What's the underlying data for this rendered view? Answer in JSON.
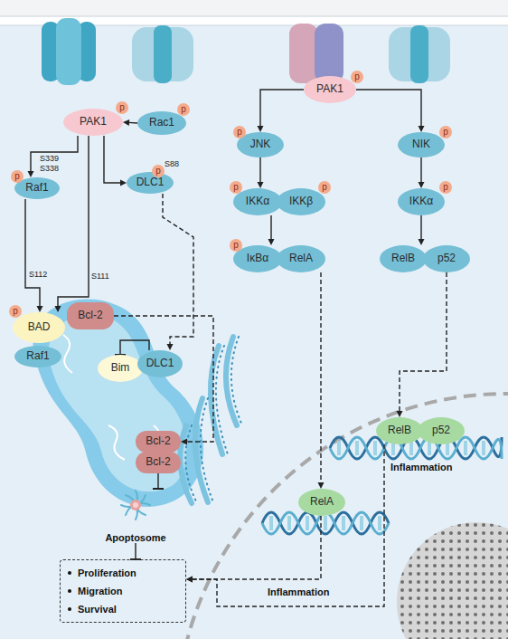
{
  "diagram": {
    "nodes": [
      {
        "text": [
          "PAK1"
        ]
      },
      {
        "text": [
          "Rac1"
        ]
      },
      {
        "text": [
          "Raf1"
        ]
      },
      {
        "text": [
          "DLC1"
        ]
      },
      {
        "text": [
          "BAD"
        ]
      },
      {
        "text": [
          "Bcl-2"
        ]
      },
      {
        "text": [
          "Raf1"
        ]
      },
      {
        "text": [
          "Bim"
        ]
      },
      {
        "text": [
          "DLC1"
        ]
      },
      {
        "text": [
          "Bcl-2"
        ]
      },
      {
        "text": [
          "Bcl-2"
        ]
      },
      {
        "text": [
          "Apoptosome"
        ]
      },
      {
        "text": [
          "Proliferation",
          "Migration",
          "Survival"
        ]
      },
      {
        "text": [
          "PAK1"
        ]
      },
      {
        "text": [
          "JNK"
        ]
      },
      {
        "text": [
          "NIK"
        ]
      },
      {
        "text": [
          "IKKα"
        ]
      },
      {
        "text": [
          "IKKβ"
        ]
      },
      {
        "text": [
          "IKKα"
        ]
      },
      {
        "text": [
          "IκBα"
        ]
      },
      {
        "text": [
          "RelA"
        ]
      },
      {
        "text": [
          "RelB"
        ]
      },
      {
        "text": [
          "p52"
        ]
      },
      {
        "text": [
          "RelB"
        ]
      },
      {
        "text": [
          "p52"
        ]
      },
      {
        "text": [
          "RelA"
        ]
      }
    ],
    "edges": [
      {
        "from": 1,
        "to": 0,
        "arrow": "to"
      },
      {
        "from": 0,
        "to": 2,
        "arrow": "to"
      },
      {
        "from": 0,
        "to": 3,
        "arrow": "to"
      },
      {
        "from": 0,
        "to": 4,
        "arrow": "to"
      },
      {
        "from": 2,
        "to": 4,
        "arrow": "to"
      },
      {
        "from": 3,
        "to": 8,
        "arrow": "to"
      },
      {
        "from": 8,
        "to": 7,
        "arrow": "to"
      },
      {
        "from": 5,
        "to": 9,
        "arrow": "to"
      },
      {
        "from": 10,
        "to": 11,
        "arrow": "to"
      },
      {
        "from": 11,
        "to": 12,
        "arrow": "to"
      },
      {
        "from": 13,
        "to": 14,
        "arrow": "to"
      },
      {
        "from": 13,
        "to": 15,
        "arrow": "to"
      },
      {
        "from": 14,
        "to": 16,
        "arrow": "to"
      },
      {
        "from": 15,
        "to": 18,
        "arrow": "to"
      },
      {
        "from": 16,
        "to": 19,
        "arrow": "to"
      },
      {
        "from": 18,
        "to": 21,
        "arrow": "to"
      },
      {
        "from": 20,
        "to": 25,
        "arrow": "to"
      },
      {
        "from": 22,
        "to": 23,
        "arrow": "to"
      },
      {
        "from": 25,
        "to": 12,
        "arrow": "to"
      },
      {
        "from": 23,
        "to": 12,
        "arrow": "to"
      }
    ],
    "labels": [
      "p",
      "p",
      "S339",
      "S338",
      "p",
      "p",
      "S88",
      "S112",
      "S111",
      "p",
      "p",
      "p",
      "p",
      "p",
      "p",
      "p",
      "p",
      "Inflammation",
      "Inflammation"
    ]
  }
}
